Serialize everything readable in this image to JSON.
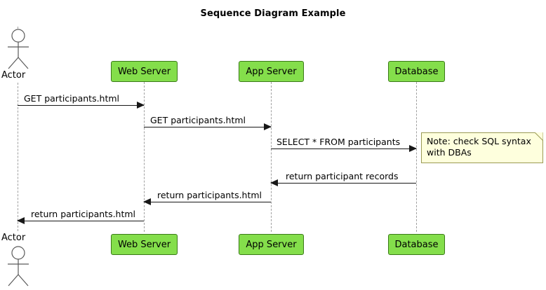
{
  "title": "Sequence Diagram Example",
  "colors": {
    "participant_fill": "#84DE4B",
    "participant_border": "#3A7A18",
    "note_fill": "#FEFFDD",
    "note_border": "#9A9A54",
    "line": "#181818",
    "lifeline": "#A0A0A0"
  },
  "participants": [
    {
      "id": "actor",
      "label": "Actor",
      "type": "actor"
    },
    {
      "id": "web",
      "label": "Web Server",
      "type": "box"
    },
    {
      "id": "app",
      "label": "App Server",
      "type": "box"
    },
    {
      "id": "db",
      "label": "Database",
      "type": "box"
    }
  ],
  "participants_bottom": [
    {
      "id": "actor",
      "label": "Actor",
      "type": "actor"
    },
    {
      "id": "web",
      "label": "Web Server",
      "type": "box"
    },
    {
      "id": "app",
      "label": "App Server",
      "type": "box"
    },
    {
      "id": "db",
      "label": "Database",
      "type": "box"
    }
  ],
  "messages": [
    {
      "label": "GET participants.html",
      "from": "actor",
      "to": "web",
      "direction": "right"
    },
    {
      "label": "GET participants.html",
      "from": "web",
      "to": "app",
      "direction": "right"
    },
    {
      "label": "SELECT * FROM participants",
      "from": "app",
      "to": "db",
      "direction": "right"
    },
    {
      "label": "return participant records",
      "from": "db",
      "to": "app",
      "direction": "left"
    },
    {
      "label": "return participants.html",
      "from": "app",
      "to": "web",
      "direction": "left"
    },
    {
      "label": "return participants.html",
      "from": "web",
      "to": "actor",
      "direction": "left"
    }
  ],
  "notes": [
    {
      "line1": "Note: check SQL syntax",
      "line2": "with DBAs",
      "attached_to": "db"
    }
  ]
}
